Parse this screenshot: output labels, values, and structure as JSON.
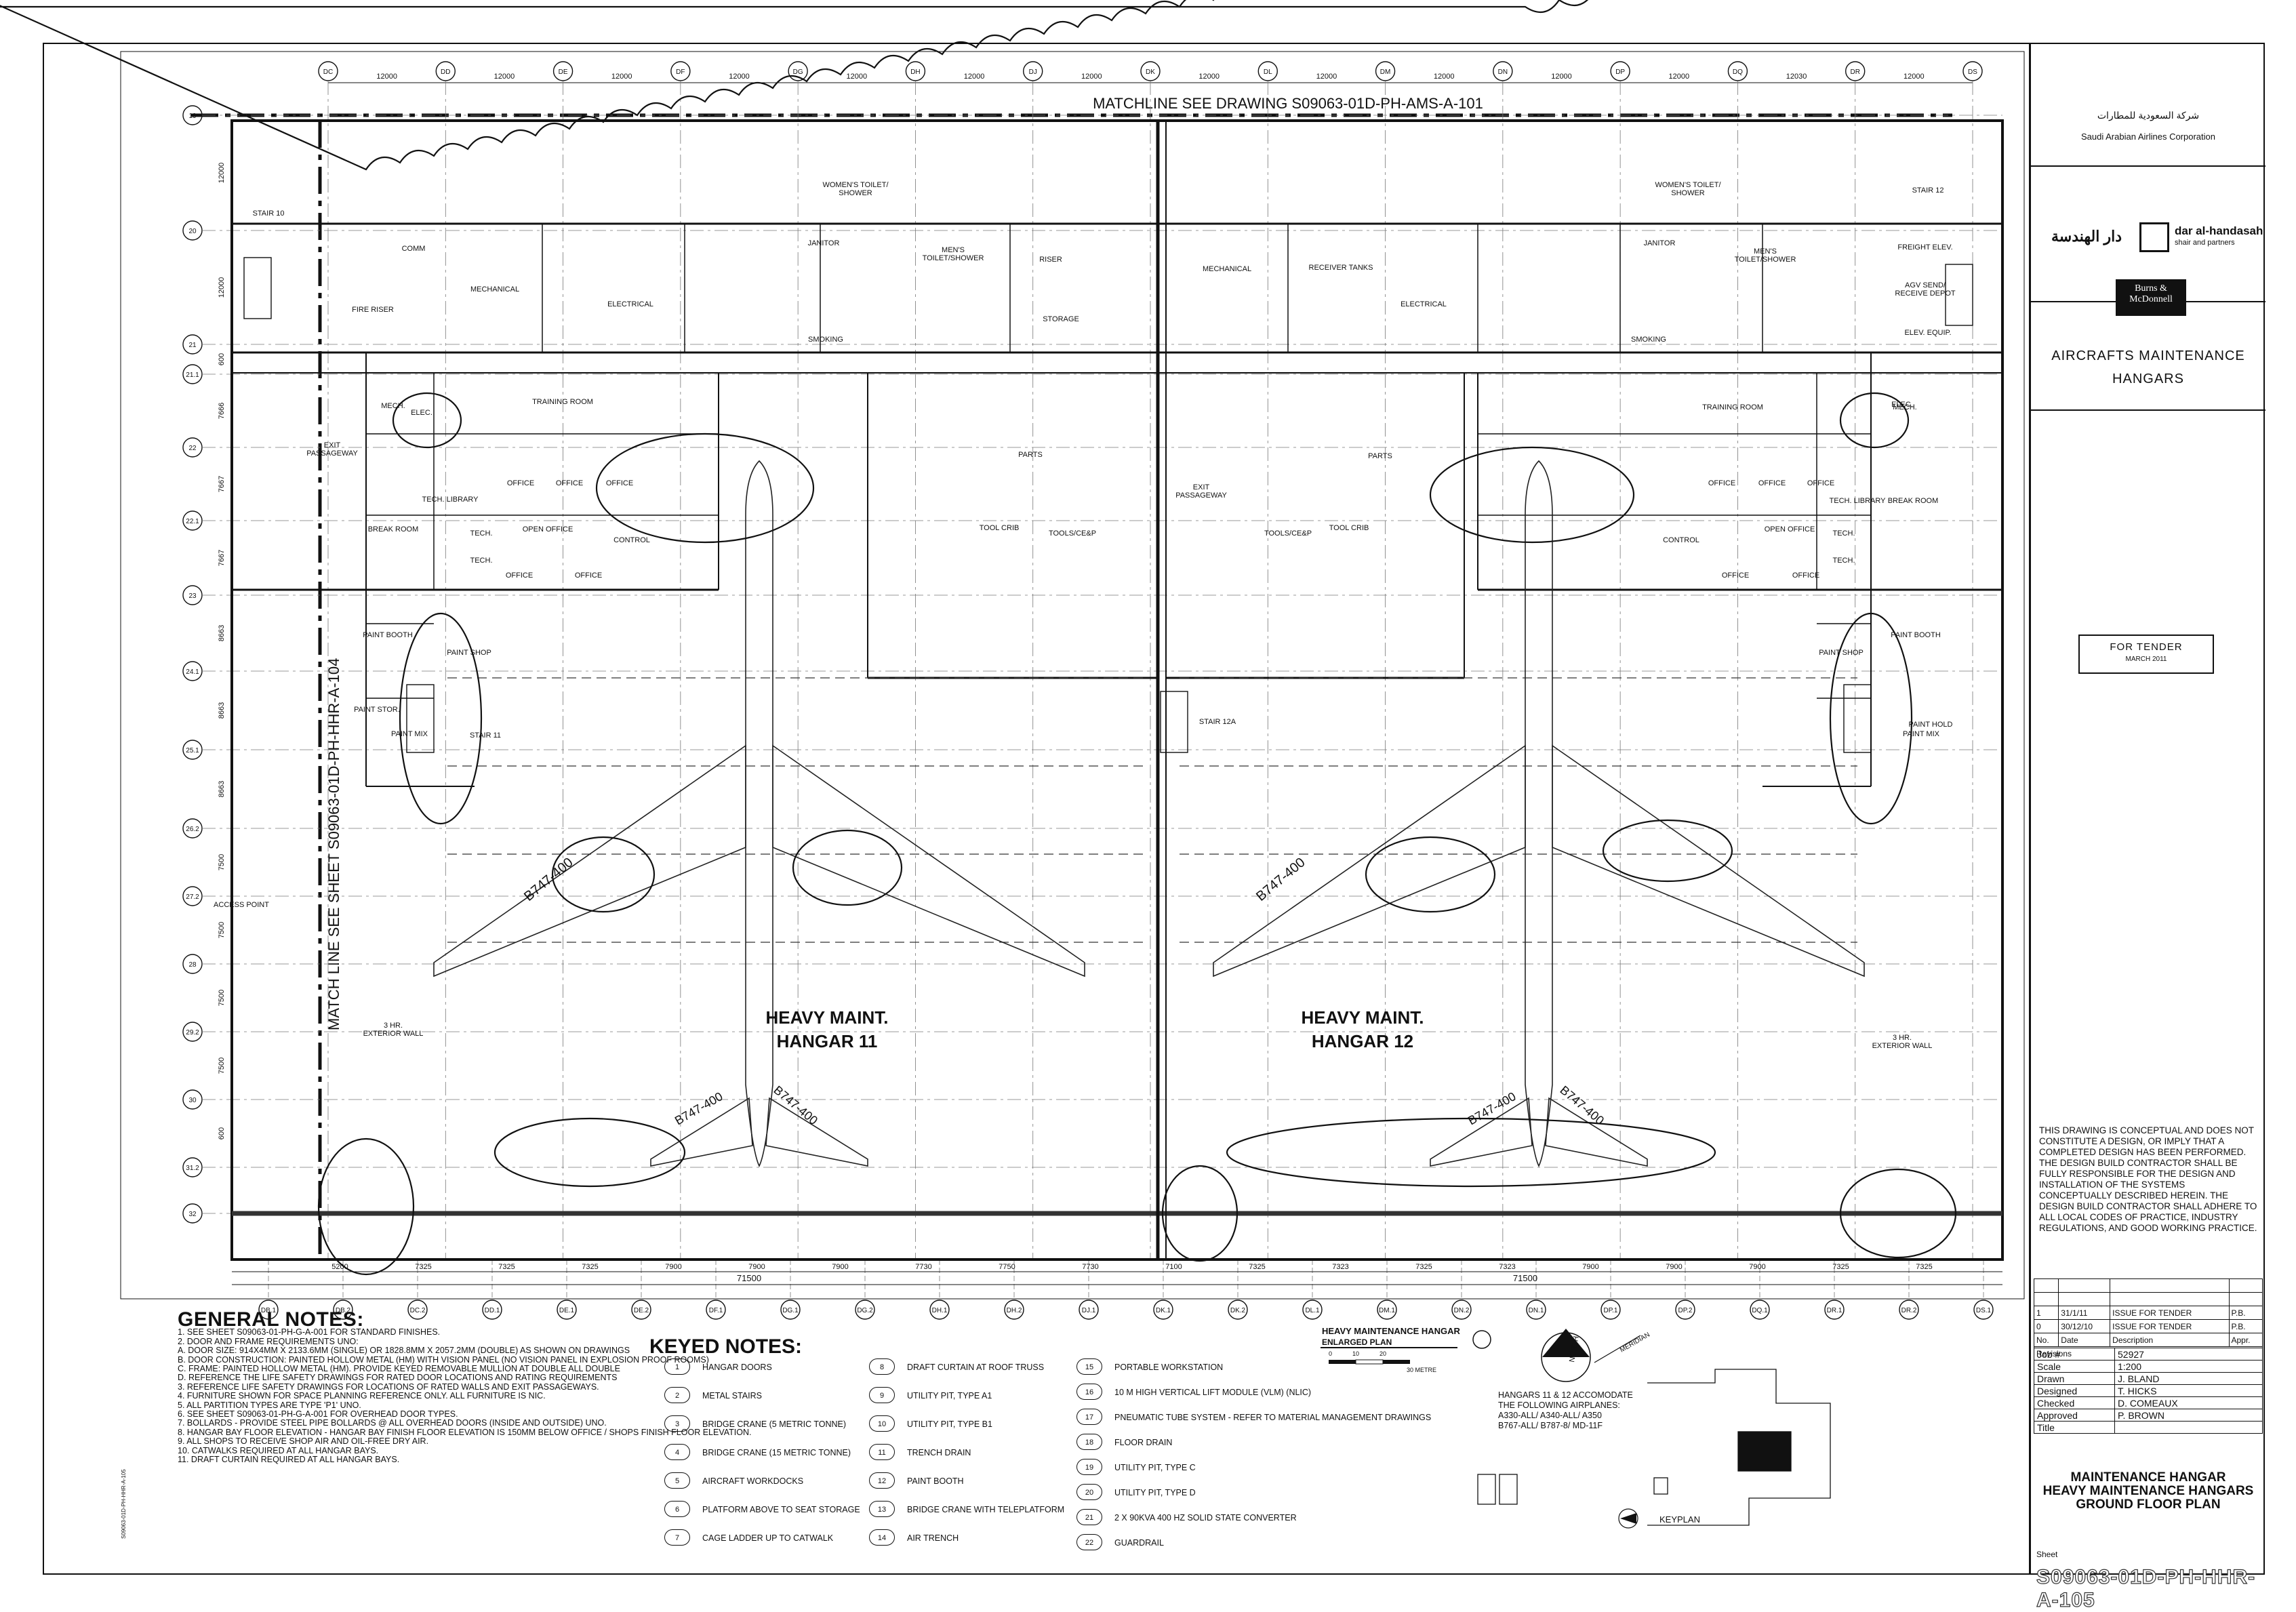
{
  "header": {
    "matchline_top": "MATCHLINE SEE DRAWING S09063-01D-PH-AMS-A-101",
    "matchline_left": "MATCH LINE SEE SHEET S09063-01D-PH-HHR-A-104"
  },
  "grid_top": [
    "DC",
    "DD",
    "DE",
    "DF",
    "DG",
    "DH",
    "DJ",
    "DK",
    "DL",
    "DM",
    "DN",
    "DP",
    "DQ",
    "DR",
    "DS"
  ],
  "grid_top_dims": [
    "12000",
    "12000",
    "12000",
    "12000",
    "12000",
    "12000",
    "12000",
    "12000",
    "12000",
    "12000",
    "12000",
    "12000",
    "12030",
    "12000"
  ],
  "grid_left": [
    "19",
    "20",
    "21",
    "21.1",
    "22",
    "22.1",
    "23",
    "24.1",
    "25.1",
    "26.2",
    "27.2",
    "28",
    "29.2",
    "30",
    "31.2",
    "32"
  ],
  "grid_left_dims": [
    "12000",
    "12000",
    "600",
    "7666",
    "7667",
    "7667",
    "8663",
    "8663",
    "8663",
    "7500",
    "7500",
    "7500",
    "7500",
    "600"
  ],
  "grid_bottom": [
    "DB.1",
    "DB.2",
    "DC.2",
    "DD.1",
    "DE.1",
    "DE.2",
    "DF.1",
    "DG.1",
    "DG.2",
    "DH.1",
    "DH.2",
    "DJ.1",
    "DK.1",
    "DK.2",
    "DL.1",
    "DM.1",
    "DN.2",
    "DN.1",
    "DP.1",
    "DP.2",
    "DQ.1",
    "DR.1",
    "DR.2",
    "DS.1"
  ],
  "grid_bottom_dims": [
    "5200",
    "7325",
    "7325",
    "7325",
    "7900",
    "7900",
    "7900",
    "7730",
    "7750",
    "7730",
    "7100",
    "7325",
    "7323",
    "7325",
    "7323",
    "7900",
    "7900",
    "7900",
    "7325",
    "7325"
  ],
  "overall_dims": [
    "71500",
    "71500"
  ],
  "rooms_left": [
    "STAIR 10",
    "COMM",
    "MECHANICAL",
    "FIRE RISER",
    "ELECTRICAL",
    "JANITOR",
    "WOMEN'S TOILET/ SHOWER",
    "MEN'S TOILET/SHOWER",
    "RISER",
    "STORAGE",
    "SMOKING",
    "MECH.",
    "ELEC.",
    "TRAINING ROOM",
    "EXIT PASSAGEWAY",
    "OFFICE",
    "OFFICE",
    "OFFICE",
    "TECH. LIBRARY",
    "OPEN OFFICE",
    "BREAK ROOM",
    "TECH.",
    "TECH.",
    "OFFICE",
    "OFFICE",
    "CONTROL",
    "PARTS",
    "TOOL CRIB",
    "TOOLS/CE&P",
    "PAINT BOOTH",
    "PAINT SHOP",
    "PAINT STOR.",
    "PAINT MIX",
    "STAIR 11",
    "ACCESS POINT",
    "3 HR. EXTERIOR WALL"
  ],
  "rooms_right": [
    "MECHANICAL",
    "RECEIVER TANKS",
    "ELECTRICAL",
    "JANITOR",
    "WOMEN'S TOILET/ SHOWER",
    "MEN'S TOILET/SHOWER",
    "SMOKING",
    "FREIGHT ELEV.",
    "AGV SEND/ RECEIVE DEPOT",
    "ELEV. EQUIP.",
    "STAIR 12",
    "TRAINING ROOM",
    "ELEC.",
    "MECH.",
    "EXIT PASSAGEWAY",
    "PARTS",
    "TOOL CRIB",
    "TOOLS/CE&P",
    "OFFICE",
    "OFFICE",
    "OFFICE",
    "TECH. LIBRARY",
    "BREAK ROOM",
    "OPEN OFFICE",
    "TECH.",
    "TECH.",
    "OFFICE",
    "OFFICE",
    "CONTROL",
    "PAINT BOOTH",
    "PAINT SHOP",
    "PAINT HOLD",
    "PAINT MIX",
    "STAIR 12A",
    "3 HR. EXTERIOR WALL"
  ],
  "hangars": [
    {
      "name": "HEAVY MAINT.",
      "sub": "HANGAR 11",
      "aircraft": "B747-400"
    },
    {
      "name": "HEAVY MAINT.",
      "sub": "HANGAR 12",
      "aircraft": "B747-400"
    }
  ],
  "general_notes": {
    "title": "GENERAL NOTES:",
    "items": [
      "1. SEE SHEET S09063-01-PH-G-A-001 FOR STANDARD FINISHES.",
      "2. DOOR AND FRAME REQUIREMENTS UNO:",
      "   a. DOOR SIZE: 914x4MM X 2133.6MM (SINGLE) OR 1828.8MM X 2057.2MM (DOUBLE) AS SHOWN ON DRAWINGS",
      "   b. DOOR CONSTRUCTION: PAINTED HOLLOW METAL (HM) WITH VISION PANEL (NO VISION PANEL IN EXPLOSION PROOF ROOMS)",
      "   c. FRAME: PAINTED HOLLOW METAL (HM). PROVIDE KEYED REMOVABLE MULLION AT DOUBLE ALL DOUBLE",
      "   d. REFERENCE THE LIFE SAFETY DRAWINGS FOR RATED DOOR LOCATIONS AND RATING REQUIREMENTS",
      "3. REFERENCE LIFE SAFETY DRAWINGS FOR LOCATIONS OF RATED WALLS AND EXIT PASSAGEWAYS.",
      "4. FURNITURE SHOWN FOR SPACE PLANNING REFERENCE ONLY. ALL FURNITURE IS NIC.",
      "5. ALL PARTITION TYPES ARE TYPE 'P1' UNO.",
      "6. SEE SHEET S09063-01-PH-G-A-001 FOR OVERHEAD DOOR TYPES.",
      "7. BOLLARDS - PROVIDE STEEL PIPE BOLLARDS @ ALL OVERHEAD DOORS (INSIDE AND OUTSIDE) UNO.",
      "8. HANGAR BAY FLOOR ELEVATION - HANGAR BAY FINISH FLOOR ELEVATION IS 150mm BELOW OFFICE / SHOPS FINISH FLOOR ELEVATION.",
      "9. ALL SHOPS TO RECEIVE SHOP AIR AND OIL-FREE DRY AIR.",
      "10. CATWALKS REQUIRED AT ALL HANGAR BAYS.",
      "11. DRAFT CURTAIN REQUIRED AT ALL HANGAR BAYS."
    ]
  },
  "keyed_notes": {
    "title": "KEYED NOTES:",
    "items": [
      {
        "n": "1",
        "t": "HANGAR DOORS"
      },
      {
        "n": "2",
        "t": "METAL STAIRS"
      },
      {
        "n": "3",
        "t": "BRIDGE CRANE (5 METRIC TONNE)"
      },
      {
        "n": "4",
        "t": "BRIDGE CRANE (15 METRIC TONNE)"
      },
      {
        "n": "5",
        "t": "AIRCRAFT WORKDOCKS"
      },
      {
        "n": "6",
        "t": "PLATFORM ABOVE TO SEAT STORAGE"
      },
      {
        "n": "7",
        "t": "CAGE LADDER UP TO CATWALK"
      },
      {
        "n": "8",
        "t": "DRAFT CURTAIN AT ROOF TRUSS"
      },
      {
        "n": "9",
        "t": "UTILITY PIT, TYPE A1"
      },
      {
        "n": "10",
        "t": "UTILITY PIT, TYPE B1"
      },
      {
        "n": "11",
        "t": "TRENCH DRAIN"
      },
      {
        "n": "12",
        "t": "PAINT BOOTH"
      },
      {
        "n": "13",
        "t": "BRIDGE CRANE WITH TELEPLATFORM"
      },
      {
        "n": "14",
        "t": "AIR TRENCH"
      },
      {
        "n": "15",
        "t": "PORTABLE WORKSTATION"
      },
      {
        "n": "16",
        "t": "10 M HIGH VERTICAL LIFT MODULE (VLM) (NLIC)"
      },
      {
        "n": "17",
        "t": "PNEUMATIC TUBE SYSTEM - REFER TO MATERIAL MANAGEMENT DRAWINGS"
      },
      {
        "n": "18",
        "t": "FLOOR DRAIN"
      },
      {
        "n": "19",
        "t": "UTILITY PIT, TYPE C"
      },
      {
        "n": "20",
        "t": "UTILITY PIT, TYPE D"
      },
      {
        "n": "21",
        "t": "2 X 90KVA 400 HZ SOLID STATE CONVERTER"
      },
      {
        "n": "22",
        "t": "GUARDRAIL"
      }
    ]
  },
  "enlarged_plan": {
    "title": "HEAVY MAINTENANCE HANGAR",
    "subtitle": "ENLARGED PLAN",
    "scale_labels": [
      "0",
      "10",
      "20",
      "30 METRE"
    ]
  },
  "keyplan": {
    "label": "KEYPLAN",
    "note": "HANGARS 11 & 12 ACCOMODATE THE FOLLOWING AIRPLANES: A330-ALL/ A340-ALL/ A350 B767-ALL/ B787-8/ MD-11F",
    "north": "NORTH",
    "meridian": "MERIDIAN"
  },
  "title_block": {
    "client_ar": "شركة السعودية للمطارات",
    "client_en": "Saudi Arabian Airlines Corporation",
    "consultant_ar": "دار الهندسة",
    "consultant_en": "dar al-handasah",
    "consultant_sub": "shair and partners",
    "contractor_line1": "Burns &",
    "contractor_line2": "McDonnell",
    "project_line1": "AIRCRAFTS MAINTENANCE",
    "project_line2": "HANGARS",
    "stamp_title": "FOR TENDER",
    "stamp_date": "MARCH 2011",
    "disclaimer": "THIS DRAWING IS CONCEPTUAL AND DOES NOT CONSTITUTE A DESIGN, OR IMPLY THAT A COMPLETED DESIGN HAS BEEN PERFORMED. THE DESIGN BUILD CONTRACTOR SHALL BE FULLY RESPONSIBLE FOR THE DESIGN AND INSTALLATION OF THE SYSTEMS CONCEPTUALLY DESCRIBED HEREIN. THE DESIGN BUILD CONTRACTOR SHALL ADHERE TO ALL LOCAL CODES OF PRACTICE, INDUSTRY REGULATIONS, AND GOOD WORKING PRACTICE.",
    "revisions": [
      {
        "no": "1",
        "date": "31/1/11",
        "desc": "ISSUE FOR TENDER",
        "appr": "P.B."
      },
      {
        "no": "0",
        "date": "30/12/10",
        "desc": "ISSUE FOR TENDER",
        "appr": "P.B."
      }
    ],
    "rev_headers": {
      "no": "No.",
      "date": "Date",
      "desc": "Description",
      "appr": "Appr."
    },
    "rev_label": "Revisions",
    "meta": [
      {
        "k": "Job #",
        "v": "52927"
      },
      {
        "k": "Scale",
        "v": "1:200"
      },
      {
        "k": "Drawn",
        "v": "J. BLAND"
      },
      {
        "k": "Designed",
        "v": "T. HICKS"
      },
      {
        "k": "Checked",
        "v": "D. COMEAUX"
      },
      {
        "k": "Approved",
        "v": "P. BROWN"
      },
      {
        "k": "Title",
        "v": ""
      }
    ],
    "drawing_title_1": "MAINTENANCE HANGAR",
    "drawing_title_2": "HEAVY MAINTENANCE HANGARS",
    "drawing_title_3": "GROUND FLOOR PLAN",
    "sheet_label": "Sheet",
    "sheet_no": "S09063-01D-PH-HHR-A-105"
  }
}
